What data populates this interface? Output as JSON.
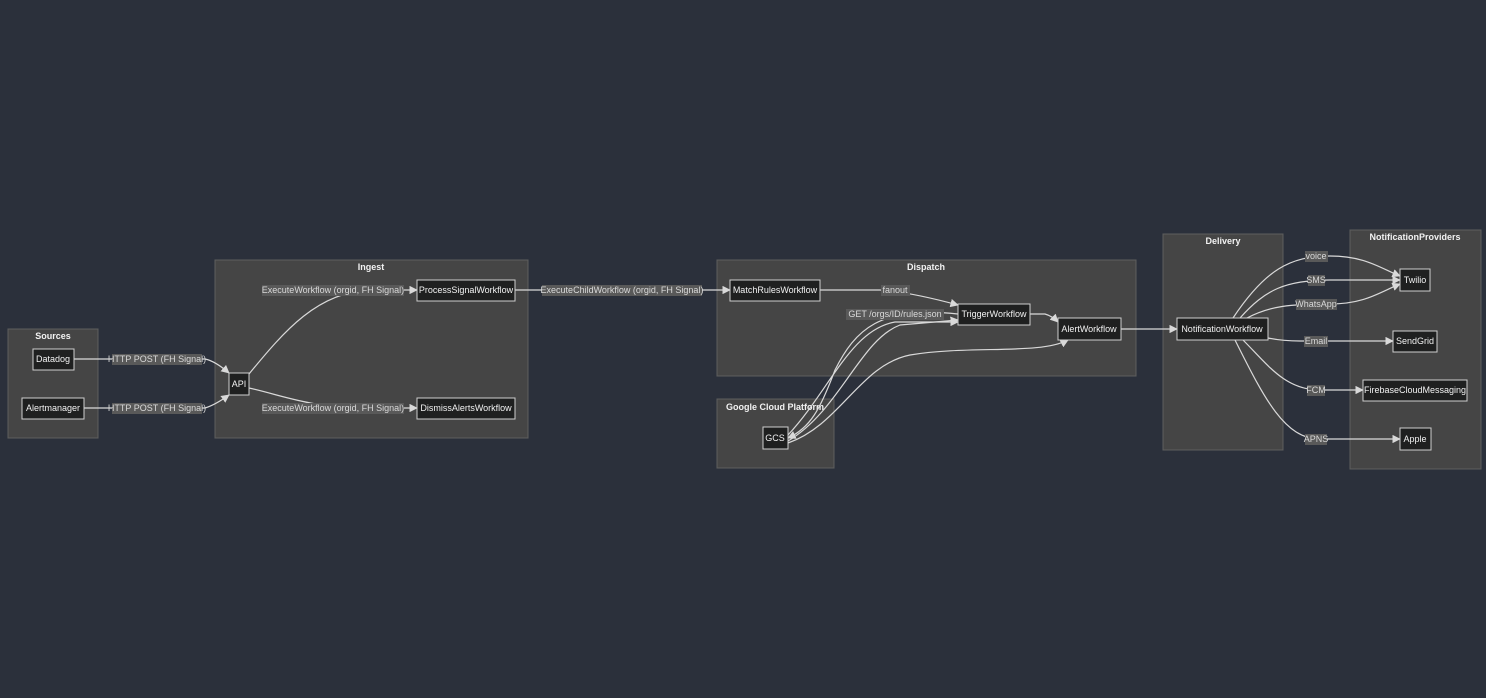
{
  "clusters": {
    "sources": "Sources",
    "ingest": "Ingest",
    "dispatch": "Dispatch",
    "gcp": "Google Cloud Platform",
    "delivery": "Delivery",
    "providers": "NotificationProviders"
  },
  "nodes": {
    "datadog": "Datadog",
    "alertmanager": "Alertmanager",
    "api": "API",
    "process_signal": "ProcessSignalWorkflow",
    "dismiss_alerts": "DismissAlertsWorkflow",
    "match_rules": "MatchRulesWorkflow",
    "trigger": "TriggerWorkflow",
    "alert": "AlertWorkflow",
    "gcs": "GCS",
    "notification": "NotificationWorkflow",
    "twilio": "Twilio",
    "sendgrid": "SendGrid",
    "fcm": "FirebaseCloudMessaging",
    "apple": "Apple"
  },
  "edges": {
    "datadog_api": "HTTP POST (FH Signal)",
    "alertmanager_api": "HTTP POST (FH Signal)",
    "api_process": "ExecuteWorkflow (orgid, FH Signal)",
    "api_dismiss": "ExecuteWorkflow (orgid, FH Signal)",
    "process_match": "ExecuteChildWorkflow (orgid, FH Signal)",
    "match_trigger": "fanout",
    "gcs_trigger": "GET /orgs/ID/rules.json",
    "voice": "voice",
    "sms": "SMS",
    "whatsapp": "WhatsApp",
    "email": "Email",
    "fcm": "FCM",
    "apns": "APNS"
  }
}
